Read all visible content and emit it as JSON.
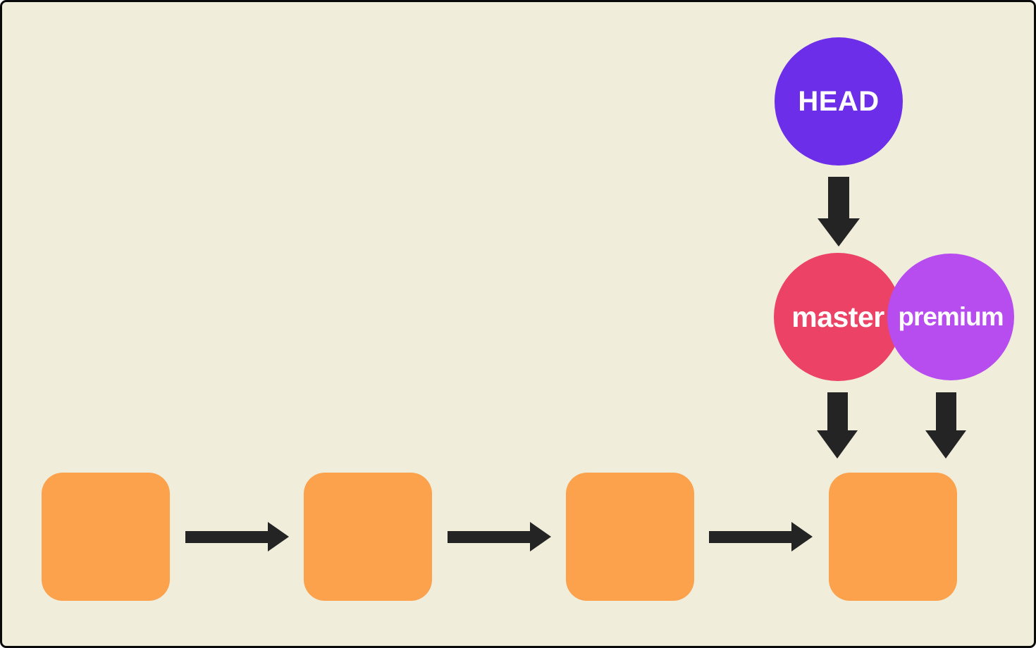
{
  "colors": {
    "background": "#F0EDDB",
    "canvas_border": "#0A0A0A",
    "commit_node": "#FCA24D",
    "head_node": "#6C2EE8",
    "master_node": "#EC4265",
    "premium_node": "#B74CEF",
    "arrow": "#242424",
    "node_label": "#FFFFFF"
  },
  "nodes": {
    "head": {
      "label": "HEAD"
    },
    "master": {
      "label": "master"
    },
    "premium": {
      "label": "premium"
    },
    "commit_count": 4
  },
  "edges": [
    {
      "from": "commit-1",
      "to": "commit-2"
    },
    {
      "from": "commit-2",
      "to": "commit-3"
    },
    {
      "from": "commit-3",
      "to": "commit-4"
    },
    {
      "from": "HEAD",
      "to": "master"
    },
    {
      "from": "master",
      "to": "commit-4"
    },
    {
      "from": "premium",
      "to": "commit-4"
    }
  ]
}
